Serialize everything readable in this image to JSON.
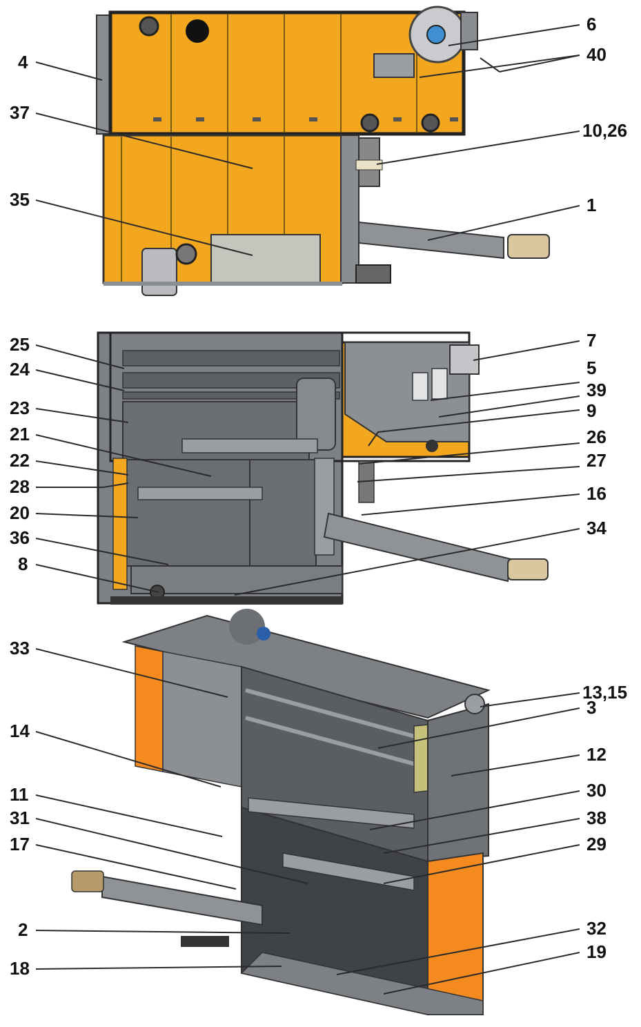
{
  "labels": {
    "n4": "4",
    "n37": "37",
    "n35": "35",
    "n6": "6",
    "n40": "40",
    "n10_26": "10,26",
    "n1": "1",
    "n25": "25",
    "n24": "24",
    "n23": "23",
    "n21": "21",
    "n22": "22",
    "n28": "28",
    "n20": "20",
    "n36": "36",
    "n8": "8",
    "n7": "7",
    "n5": "5",
    "n39": "39",
    "n9": "9",
    "n26": "26",
    "n27": "27",
    "n16": "16",
    "n34": "34",
    "n33": "33",
    "n14": "14",
    "n11": "11",
    "n31": "31",
    "n17": "17",
    "n2": "2",
    "n18": "18",
    "n13_15": "13,15",
    "n3": "3",
    "n12": "12",
    "n30": "30",
    "n38": "38",
    "n29": "29",
    "n32": "32",
    "n19": "19"
  },
  "colors": {
    "orange": "#f2a71e",
    "orange_dark": "#d98a14",
    "orange_bright": "#f58a1f",
    "steel": "#7a7d82",
    "steel_dark": "#55585d",
    "steel_light": "#a9acb0",
    "line": "#2a2a2a"
  }
}
